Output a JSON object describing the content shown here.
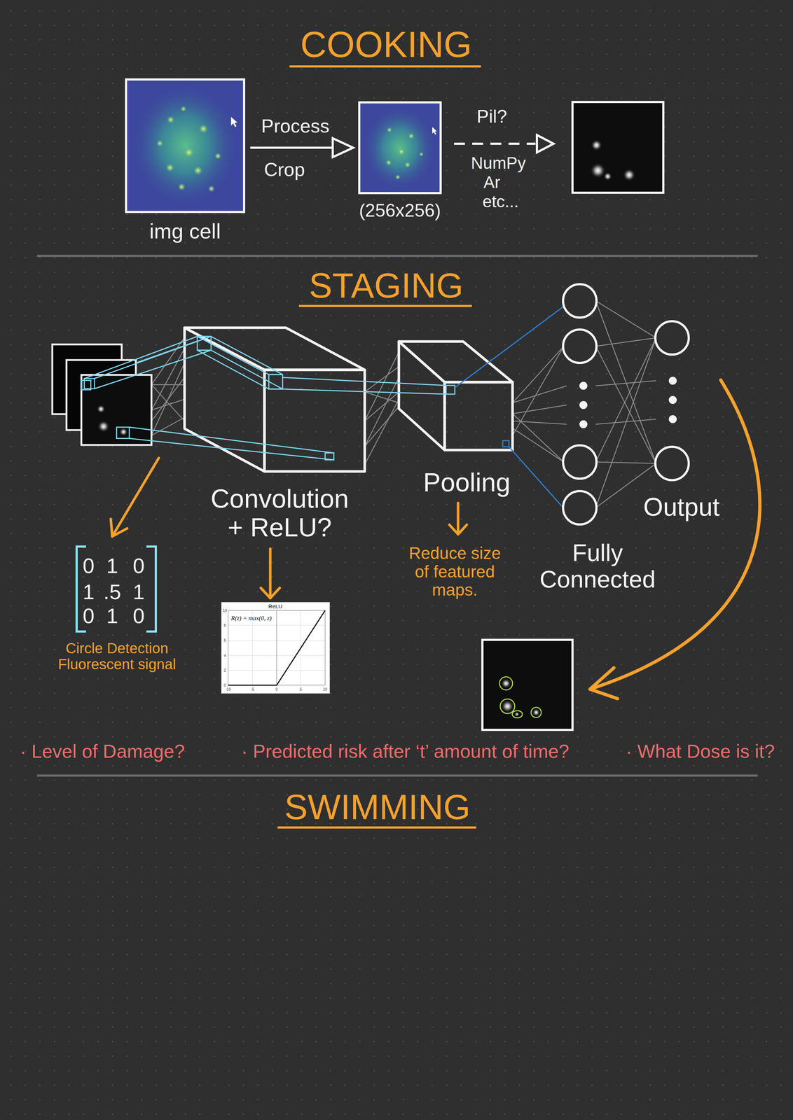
{
  "diagram": {
    "nodes": [
      {
        "text": [
          "img cell"
        ]
      },
      {
        "text": [
          "(256x256)"
        ]
      }
    ],
    "edges": [
      {
        "from": 0,
        "to": 1,
        "arrow": "to"
      }
    ],
    "labels": [
      "COOKING",
      "Process",
      "Crop",
      "Pil?",
      "NumPy",
      "Ar",
      "etc...",
      "STAGING",
      "Convolution + ReLU?",
      "Pooling",
      "Output",
      "Fully Connected",
      "0",
      "1",
      "0",
      "1",
      ".5",
      "1",
      "0",
      "1",
      "0",
      "Circle Detection Fluorescent signal",
      "ReLU",
      "R(z) = max(0, z)",
      "-10",
      "-5",
      "0",
      "5",
      "10",
      "0",
      "2",
      "4",
      "6",
      "8",
      "10",
      "Reduce size of featured maps.",
      "· Level of Damage?",
      "· Predicted risk after ‘t’ amount of time?",
      "· What Dose is it?",
      "SWIMMING"
    ]
  }
}
